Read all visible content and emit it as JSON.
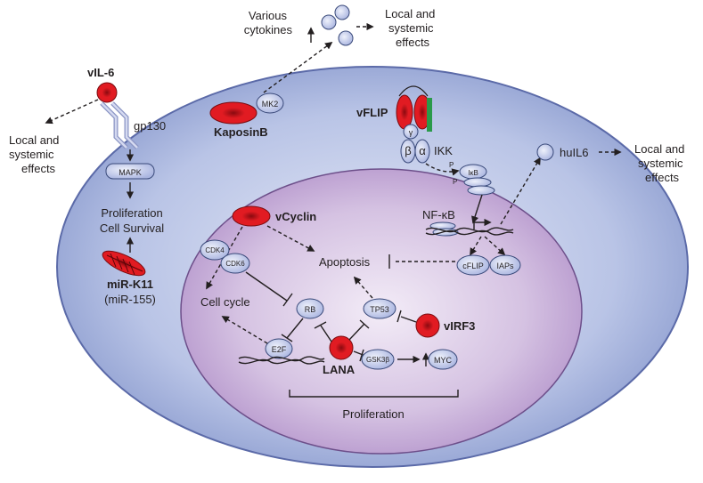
{
  "labels": {
    "various_cytokines": [
      "Various",
      "cytokines"
    ],
    "local_effects": [
      "Local and",
      "systemic",
      "effects"
    ],
    "vil6": "vIL-6",
    "gp130": "gp130",
    "mapk": "MAPK",
    "proliferation_survival": [
      "Proliferation",
      "Cell Survival"
    ],
    "mirk11": "miR-K11",
    "mir155": "(miR-155)",
    "kaposinb": "KaposinB",
    "mk2": "MK2",
    "vflip": "vFLIP",
    "gamma": "γ",
    "beta": "β",
    "alpha": "α",
    "ikk": "IKK",
    "p": "P",
    "ikb": "IκB",
    "nfkb": "NF-κB",
    "hul6": "huIL6",
    "vcyclin": "vCyclin",
    "cdk4": "CDK4",
    "cdk6": "CDK6",
    "apoptosis": "Apoptosis",
    "cflip": "cFLIP",
    "iaps": "IAPs",
    "cell_cycle": "Cell cycle",
    "rb": "RB",
    "tp53": "TP53",
    "virf3": "vIRF3",
    "e2f": "E2F",
    "lana": "LANA",
    "gsk3b": "GSK3β",
    "myc": "MYC",
    "proliferation": "Proliferation"
  },
  "colors": {
    "cell_outer": "#a9b6dc",
    "nucleus": "#c7afd6",
    "viral_protein": "#e11b22",
    "protein_fill": "#c5cdee"
  }
}
